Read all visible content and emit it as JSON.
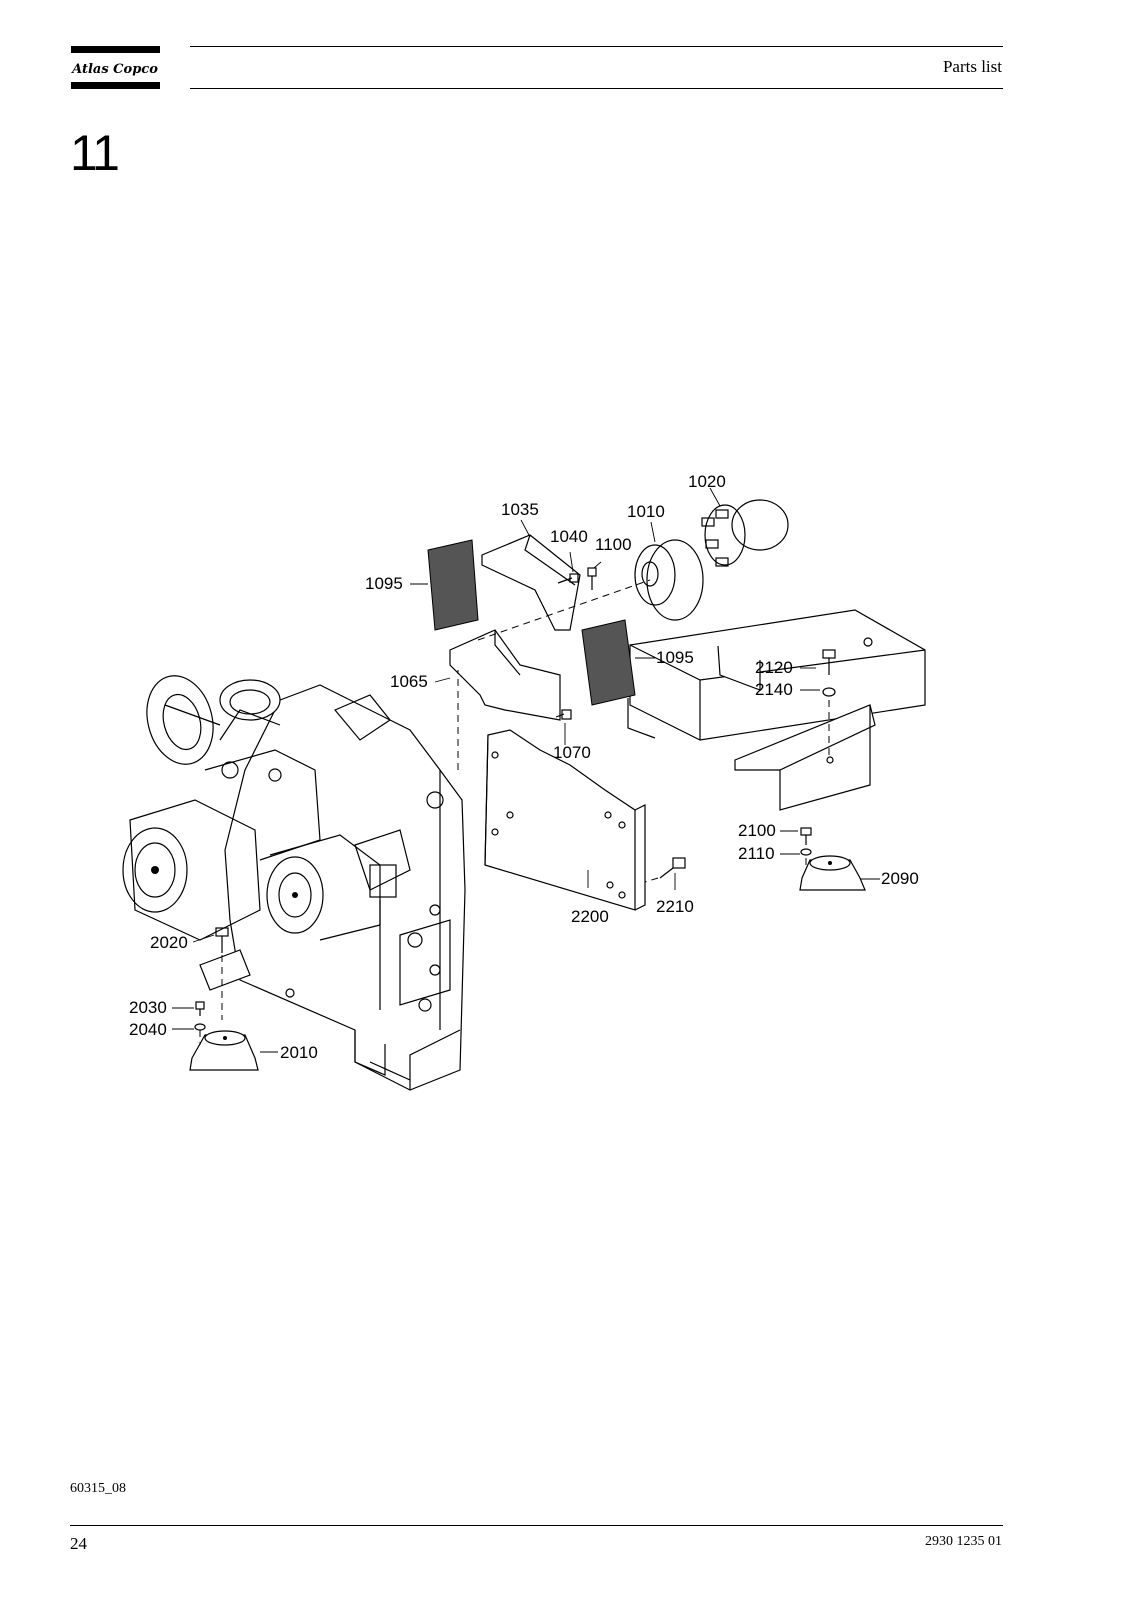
{
  "header": {
    "brand": "Atlas Copco",
    "title": "Parts list"
  },
  "section": {
    "number": "11"
  },
  "callouts": {
    "c1020": "1020",
    "c1035": "1035",
    "c1010": "1010",
    "c1040": "1040",
    "c1100": "1100",
    "c1095a": "1095",
    "c1095b": "1095",
    "c1065": "1065",
    "c1070": "1070",
    "c2120": "2120",
    "c2140": "2140",
    "c2100": "2100",
    "c2110": "2110",
    "c2090": "2090",
    "c2200": "2200",
    "c2210": "2210",
    "c2020": "2020",
    "c2030": "2030",
    "c2040": "2040",
    "c2010": "2010"
  },
  "footer": {
    "drawing_code": "60315_08",
    "page_number": "24",
    "document_number": "2930 1235 01"
  }
}
